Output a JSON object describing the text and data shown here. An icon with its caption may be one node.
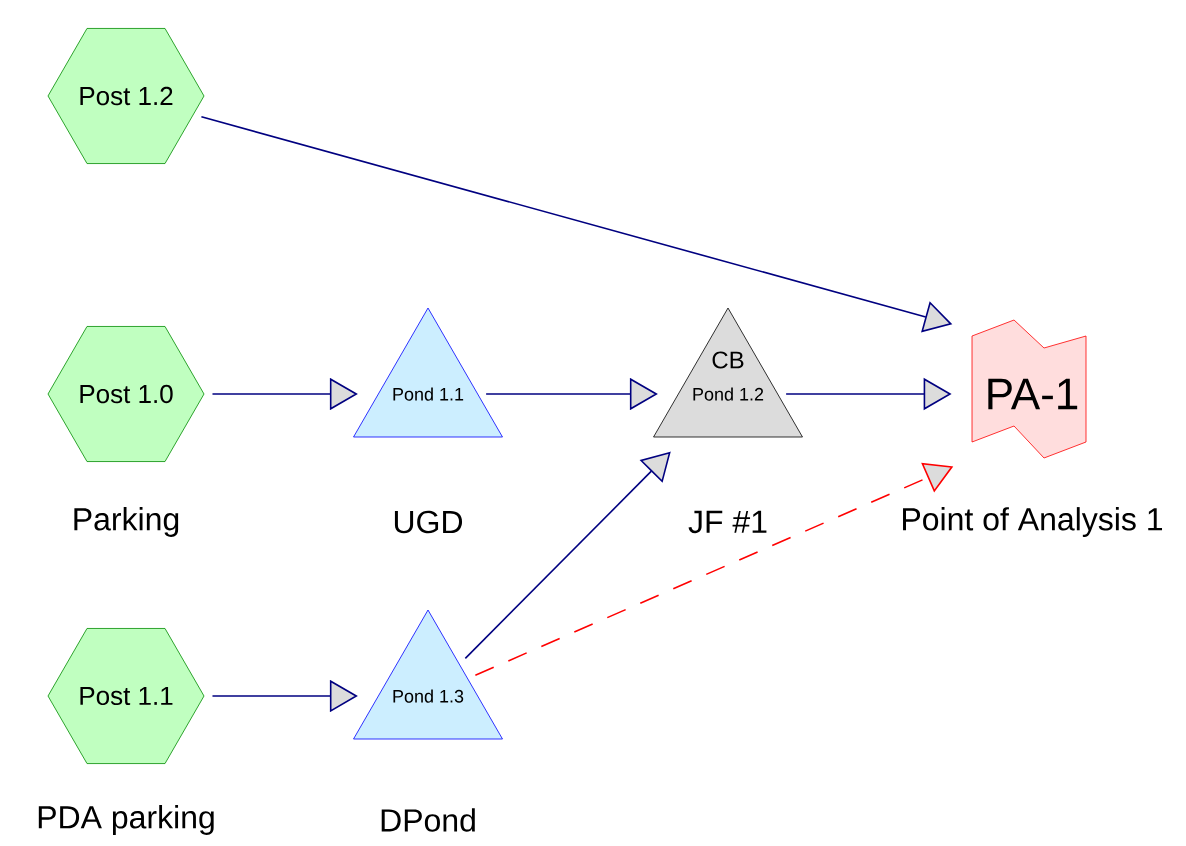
{
  "diagram": {
    "nodes": [
      {
        "text": [
          "Post 1.2"
        ]
      },
      {
        "text": [
          "Post 1.0"
        ],
        "beside": [
          "Parking"
        ]
      },
      {
        "text": [
          "Post 1.1"
        ],
        "beside": [
          "PDA parking"
        ]
      },
      {
        "text": [
          "Pond 1.1"
        ],
        "beside": [
          "UGD"
        ]
      },
      {
        "text": [
          "CB",
          "Pond 1.2"
        ],
        "beside": [
          "JF #1"
        ]
      },
      {
        "text": [
          "Pond 1.3"
        ],
        "beside": [
          "DPond"
        ]
      },
      {
        "text": [
          "PA-1"
        ],
        "beside": [
          "Point of Analysis 1"
        ]
      }
    ],
    "edges": [
      {
        "from": 0,
        "to": 6,
        "arrow": "to"
      },
      {
        "from": 1,
        "to": 3,
        "arrow": "to"
      },
      {
        "from": 3,
        "to": 4,
        "arrow": "to"
      },
      {
        "from": 4,
        "to": 6,
        "arrow": "to"
      },
      {
        "from": 2,
        "to": 5,
        "arrow": "to"
      },
      {
        "from": 5,
        "to": 4,
        "arrow": "to"
      },
      {
        "from": 5,
        "to": 6,
        "arrow": "to",
        "style": "dashed",
        "color": "#ff0000"
      }
    ]
  }
}
